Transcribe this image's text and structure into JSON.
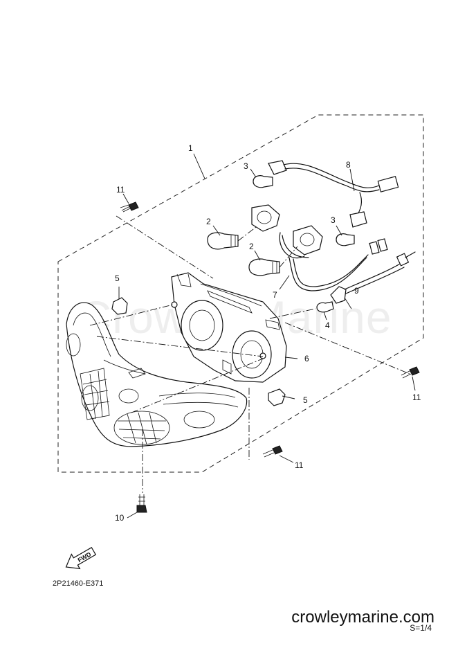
{
  "watermark": "CrowleyMarine",
  "diagram_code": "2P21460-E371",
  "site_url": "crowleymarine.com",
  "sheet": "S=1/4",
  "fwd_label": "FWD",
  "callouts": [
    "1",
    "2",
    "2",
    "3",
    "3",
    "4",
    "5",
    "5",
    "6",
    "7",
    "8",
    "9",
    "10",
    "11",
    "11",
    "11"
  ]
}
